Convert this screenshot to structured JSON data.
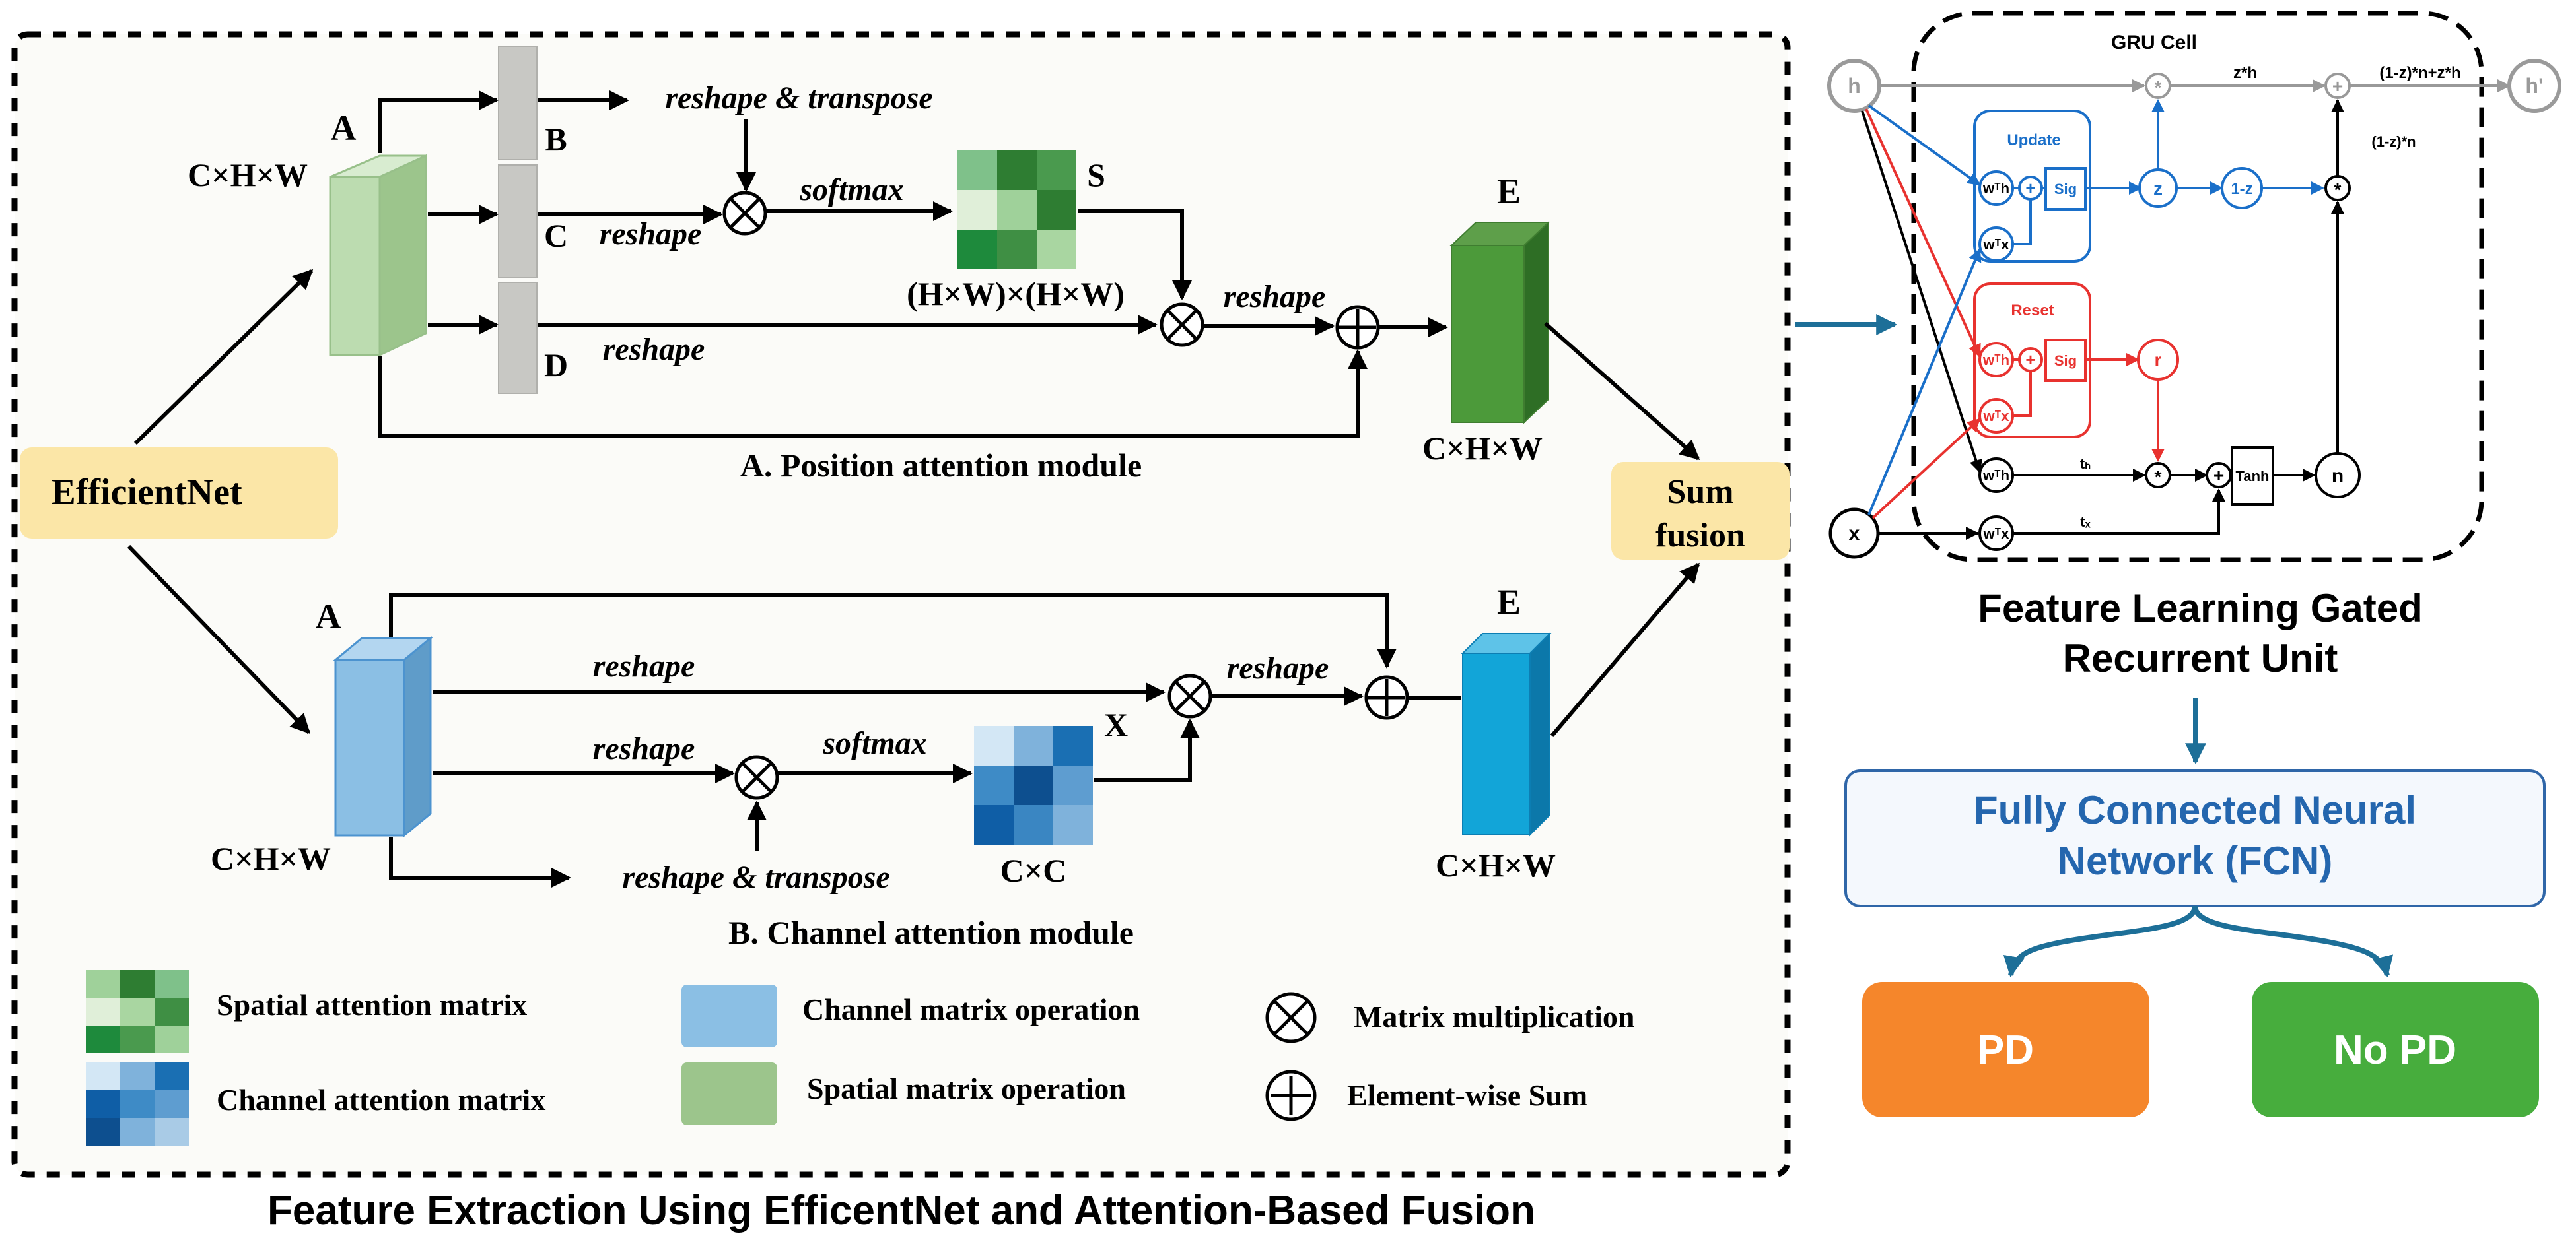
{
  "left_panel": {
    "caption": "Feature Extraction Using EfficentNet and Attention-Based Fusion",
    "efficientnet_label": "EfficientNet",
    "sum_fusion_line1": "Sum",
    "sum_fusion_line2": "fusion",
    "position_module": {
      "title": "A. Position attention module",
      "input_label": "A",
      "input_dims": "C×H×W",
      "b_label": "B",
      "c_label": "C",
      "d_label": "D",
      "op_reshape_transpose": "reshape & transpose",
      "op_reshape_c": "reshape",
      "op_reshape_d": "reshape",
      "op_softmax": "softmax",
      "s_label": "S",
      "s_dims": "(H×W)×(H×W)",
      "op_reshape_out": "reshape",
      "output_label": "E",
      "output_dims": "C×H×W"
    },
    "channel_module": {
      "title": "B. Channel attention module",
      "input_label": "A",
      "input_dims": "C×H×W",
      "op_reshape_top": "reshape",
      "op_reshape_mid": "reshape",
      "op_reshape_transpose": "reshape & transpose",
      "op_softmax": "softmax",
      "x_label": "X",
      "x_dims": "C×C",
      "op_reshape_out": "reshape",
      "output_label": "E",
      "output_dims": "C×H×W"
    },
    "legend": {
      "spatial_attention_matrix": "Spatial attention matrix",
      "channel_attention_matrix": "Channel attention matrix",
      "channel_matrix_operation": "Channel matrix operation",
      "spatial_matrix_operation": "Spatial matrix operation",
      "matrix_multiplication": "Matrix multiplication",
      "element_wise_sum": "Element-wise Sum"
    }
  },
  "gru": {
    "cell_title": "GRU Cell",
    "h": "h",
    "h_prime": "h'",
    "x": "x",
    "z_h": "z*h",
    "output_formula": "(1-z)*n+z*h",
    "one_minus_z_n": "(1-z)*n",
    "update_label": "Update",
    "reset_label": "Reset",
    "sig": "Sig",
    "tanh": "Tanh",
    "z": "z",
    "one_minus_z": "1-z",
    "r": "r",
    "n": "n",
    "wth": "wᵀh",
    "wtx": "wᵀx",
    "th": "tₕ",
    "tx": "tₓ",
    "mult": "*",
    "plus": "+",
    "caption_line1": "Feature Learning Gated",
    "caption_line2": "Recurrent Unit"
  },
  "fcn": {
    "line1": "Fully Connected Neural",
    "line2": "Network (FCN)"
  },
  "outputs": {
    "pd": "PD",
    "no_pd": "No PD"
  },
  "colors": {
    "spatial_green": "#b9dcae",
    "channel_blue": "#8bbfe4",
    "output_green": "#4c9a3a",
    "output_blue": "#12a5d8",
    "gru_blue": "#1a6fc9",
    "gru_red": "#e8322f",
    "flow_arrow": "#1d6f98",
    "fcn_border": "#2f66a8",
    "fcn_text": "#2466ae",
    "pd_orange": "#f5862b",
    "nopd_green": "#47ad3d",
    "label_yellow": "#fbe6a7"
  }
}
